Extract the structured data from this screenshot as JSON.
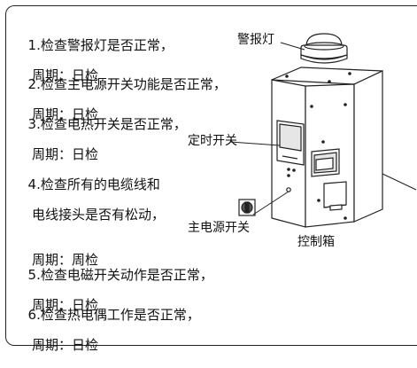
{
  "checklist": [
    {
      "text": "1.检查警报灯是否正常，",
      "period": "周期：日检"
    },
    {
      "text": "2.检查主电源开关功能是否正常，",
      "period": "周期：日检"
    },
    {
      "text": "3.检查电热开关是否正常，",
      "period": "周期：日检"
    },
    {
      "text": "4.检查所有的电缆线和",
      "text2": "电线接头是否有松动，",
      "period": "周期：周检"
    },
    {
      "text": "5.检查电磁开关动作是否正常，",
      "period": "周期：日检"
    },
    {
      "text": "6.检查热电偶工作是否正常，",
      "period": "周期：日检"
    }
  ],
  "labels": {
    "alarm_light": "警报灯",
    "timer_switch": "定时开关",
    "main_power_switch": "主电源开关",
    "control_box": "控制箱"
  }
}
